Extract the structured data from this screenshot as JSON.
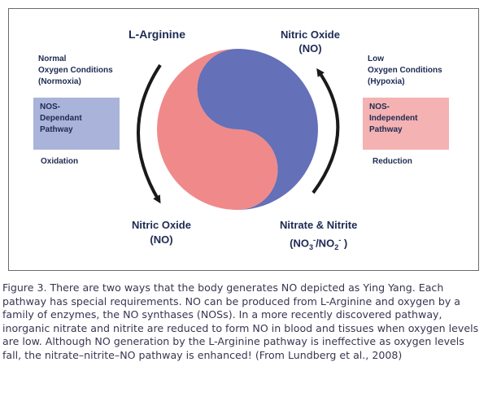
{
  "diagram": {
    "top_left_label": "L-Arginine",
    "top_right_label": {
      "line1": "Nitric Oxide",
      "line2": "(NO)"
    },
    "bottom_left_label": {
      "line1": "Nitric Oxide",
      "line2": "(NO)"
    },
    "bottom_right_label": {
      "line1": "Nitrate & Nitrite",
      "no3": "(NO",
      "no3_sub": "3",
      "no3_sup": "-",
      "slash": "/NO",
      "no2_sub": "2",
      "no2_sup": "-",
      "close": " )"
    },
    "left_conditions": {
      "line1": "Normal",
      "line2": "Oxygen Conditions",
      "line3": "(Normoxia)"
    },
    "left_box": {
      "line1": "NOS-",
      "line2": "Dependant",
      "line3": "Pathway"
    },
    "left_process": "Oxidation",
    "right_conditions": {
      "line1": "Low",
      "line2": "Oxygen Conditions",
      "line3": "(Hypoxia)"
    },
    "right_box": {
      "line1": "NOS-",
      "line2": "Independent",
      "line3": "Pathway"
    },
    "right_process": "Reduction",
    "colors": {
      "red_half": "#f08a8a",
      "blue_half": "#6470b8",
      "left_box": "#aab3d9",
      "right_box": "#f5b2b2",
      "arrow": "#1a1a1a"
    }
  },
  "caption": {
    "text": "Figure 3. There are two ways that the body generates NO depicted as Ying Yang. Each pathway has special requirements. NO can be produced from L-Arginine and oxygen by a family of enzymes, the NO synthases (NOSs). In a more recently discovered pathway, inorganic nitrate and nitrite are reduced to form NO in blood and tissues when oxygen levels are low. Although NO generation by the L-Arginine pathway is ineffective as oxygen levels fall, the nitrate–nitrite–NO pathway is enhanced! (From Lundberg et al., 2008)"
  }
}
